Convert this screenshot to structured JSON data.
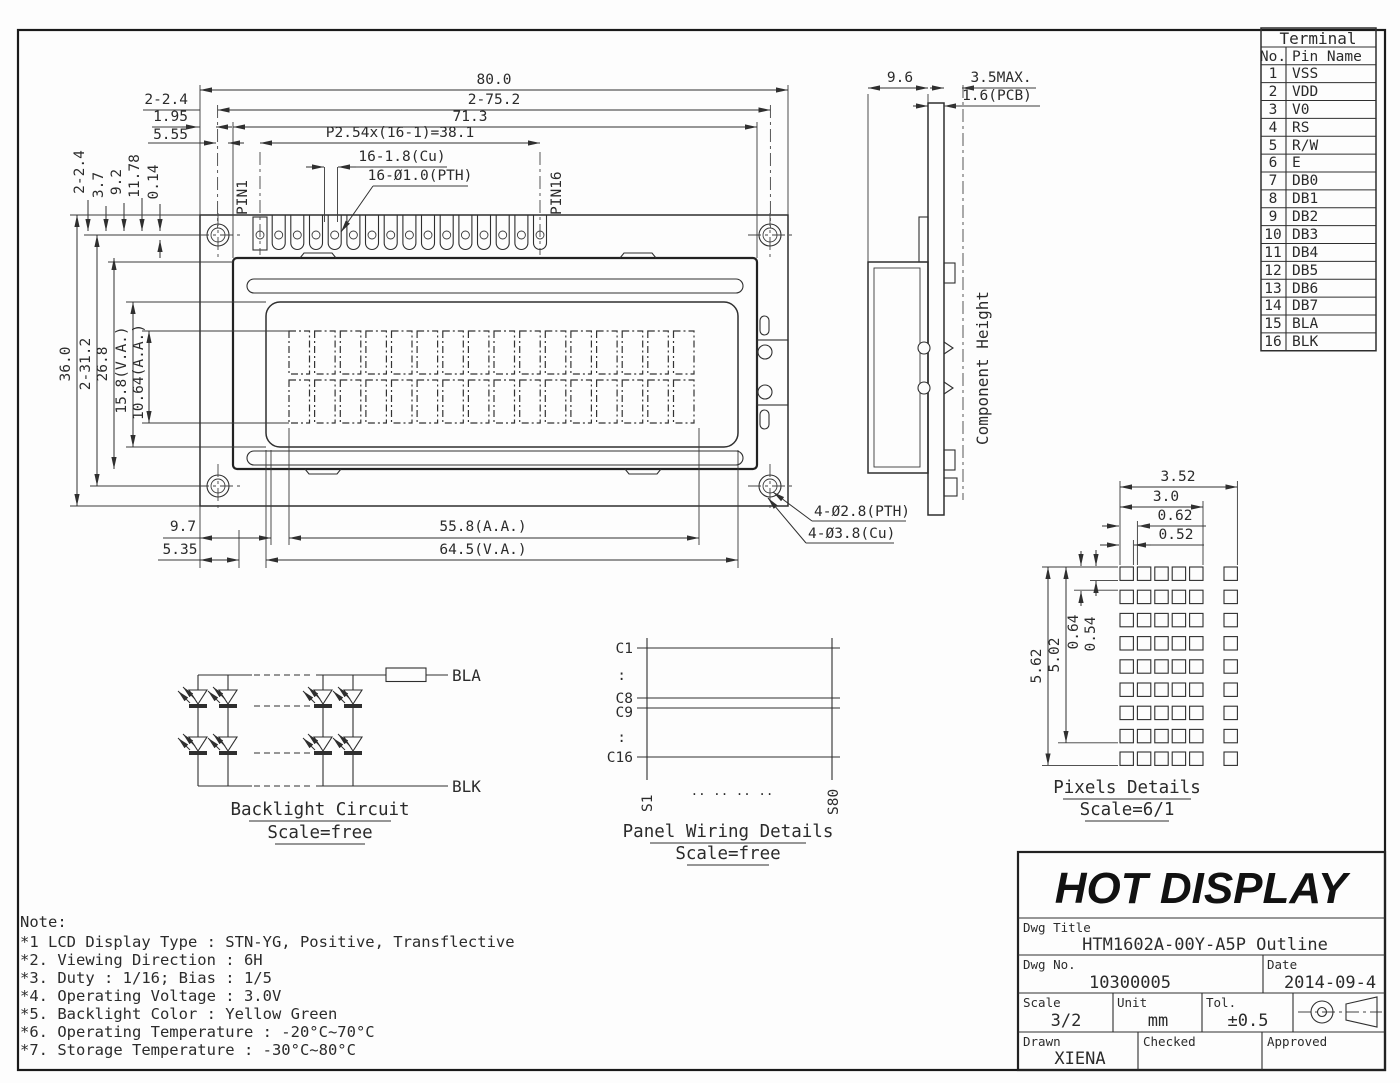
{
  "front_view": {
    "pin1": "PIN1",
    "pin16": "PIN16",
    "dims": {
      "overall_w": "80.0",
      "holes_w": "2-75.2",
      "bezel_w": "71.3",
      "pitch": "P2.54x(16-1)=38.1",
      "pad": "16-1.8(Cu)",
      "hole": "16-Ø1.0(PTH)",
      "edge_h": "2-2.4",
      "e195": "1.95",
      "e555": "5.55",
      "edge_v": "2-2.4",
      "v37": "3.7",
      "v92": "9.2",
      "v1178": "11.78",
      "v014": "0.14",
      "overall_h": "36.0",
      "holes_h": "2-31.2",
      "bezel_h": "26.8",
      "va_h": "15.8(V.A.)",
      "aa_h": "10.64(A.A.)",
      "b97": "9.7",
      "b535": "5.35",
      "aa_w": "55.8(A.A.)",
      "va_w": "64.5(V.A.)",
      "mount_pth": "4-Ø2.8(PTH)",
      "mount_cu": "4-Ø3.8(Cu)"
    }
  },
  "side_view": {
    "width": "9.6",
    "comp_max": "3.5MAX.",
    "pcb": "1.6(PCB)",
    "axis": "Component Height"
  },
  "terminal_table": {
    "title": "Terminal",
    "col_no": "No.",
    "col_name": "Pin Name",
    "rows": [
      {
        "no": "1",
        "name": "VSS"
      },
      {
        "no": "2",
        "name": "VDD"
      },
      {
        "no": "3",
        "name": "V0"
      },
      {
        "no": "4",
        "name": "RS"
      },
      {
        "no": "5",
        "name": "R/W"
      },
      {
        "no": "6",
        "name": "E"
      },
      {
        "no": "7",
        "name": "DB0"
      },
      {
        "no": "8",
        "name": "DB1"
      },
      {
        "no": "9",
        "name": "DB2"
      },
      {
        "no": "10",
        "name": "DB3"
      },
      {
        "no": "11",
        "name": "DB4"
      },
      {
        "no": "12",
        "name": "DB5"
      },
      {
        "no": "13",
        "name": "DB6"
      },
      {
        "no": "14",
        "name": "DB7"
      },
      {
        "no": "15",
        "name": "BLA"
      },
      {
        "no": "16",
        "name": "BLK"
      }
    ]
  },
  "backlight": {
    "bla": "BLA",
    "blk": "BLK",
    "title": "Backlight Circuit",
    "scale": "Scale=free"
  },
  "wiring": {
    "c1": "C1",
    "c8": "C8",
    "c9": "C9",
    "c16": "C16",
    "s1": "S1",
    "s80": "S80",
    "colon": ":",
    "dots": ".. .. .. ..",
    "title": "Panel Wiring Details",
    "scale": "Scale=free"
  },
  "pixels": {
    "d352": "3.52",
    "d30": "3.0",
    "d062": "0.62",
    "d052": "0.52",
    "d562": "5.62",
    "d502": "5.02",
    "d064": "0.64",
    "d054": "0.54",
    "title": "Pixels Details",
    "scale": "Scale=6/1"
  },
  "title_block": {
    "company": "HOT DISPLAY",
    "dwg_title_label": "Dwg Title",
    "dwg_title": "HTM1602A-00Y-A5P Outline",
    "dwg_no_label": "Dwg No.",
    "dwg_no": "10300005",
    "date_label": "Date",
    "date": "2014-09-4",
    "scale_label": "Scale",
    "scale": "3/2",
    "unit_label": "Unit",
    "unit": "mm",
    "tol_label": "Tol.",
    "tol": "±0.5",
    "drawn_label": "Drawn",
    "drawn": "XIENA",
    "checked_label": "Checked",
    "approved_label": "Approved"
  },
  "notes": {
    "heading": "Note:",
    "lines": [
      "*1 LCD Display Type : STN-YG, Positive, Transflective",
      "*2. Viewing Direction : 6H",
      "*3. Duty : 1/16; Bias : 1/5",
      "*4. Operating Voltage : 3.0V",
      "*5. Backlight Color : Yellow Green",
      "*6. Operating Temperature : -20°C~70°C",
      "*7. Storage Temperature : -30°C~80°C"
    ]
  }
}
